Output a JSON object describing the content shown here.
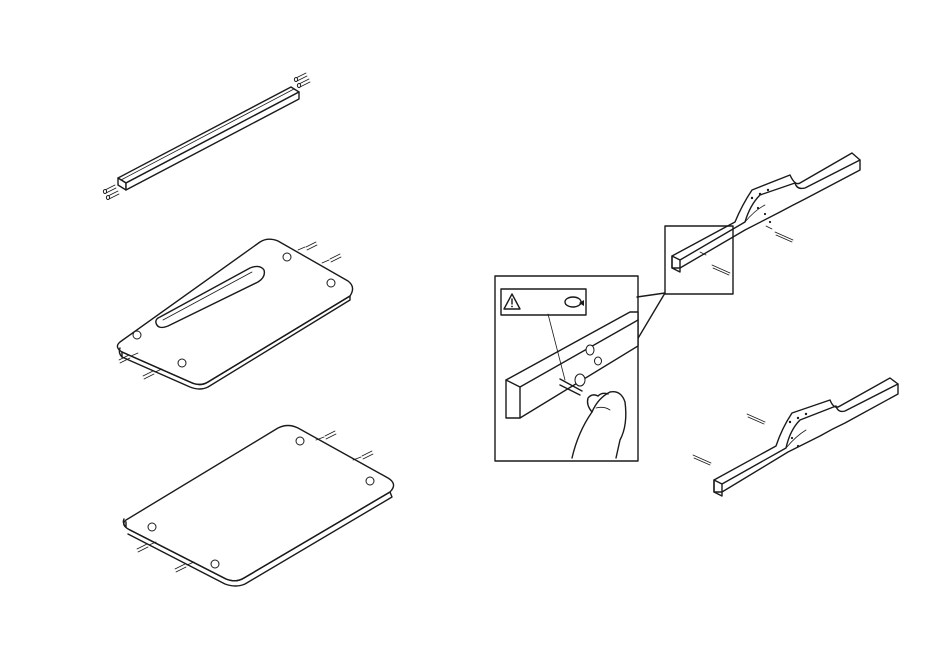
{
  "figure": {
    "icons": {
      "warning": "warning-triangle-icon",
      "rotate": "rotate-arrow-icon"
    },
    "parts": [
      "rail",
      "top-plate-with-slot",
      "base-plate",
      "leg-upper",
      "leg-lower"
    ],
    "colors": {
      "line": "#1a1a1a",
      "background": "#ffffff"
    }
  }
}
